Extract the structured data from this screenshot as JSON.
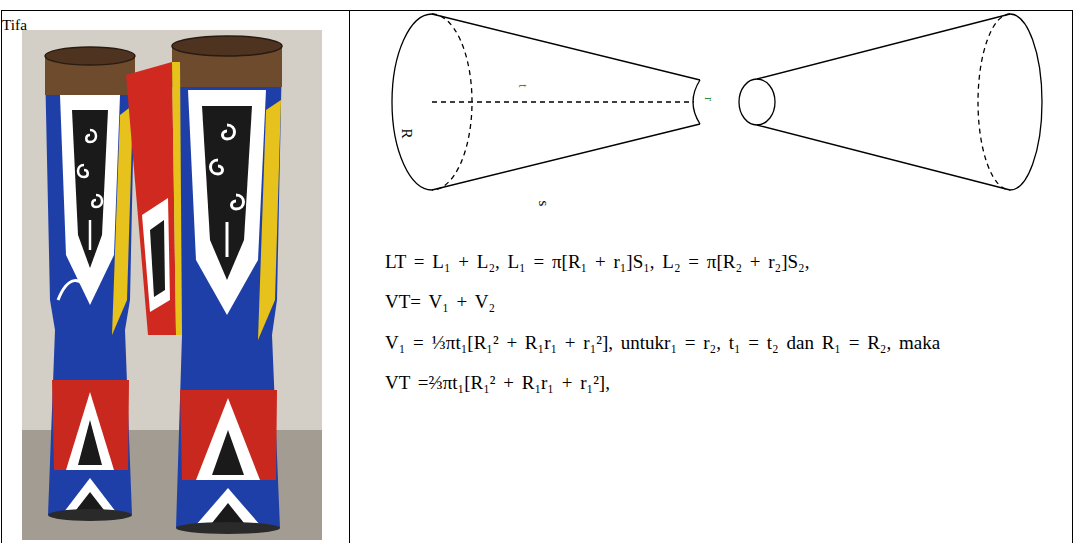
{
  "diagram": {
    "nodes": [
      {
        "text": [
          "Tifa"
        ]
      },
      {
        "text": [
          "LT = L₁ + L₂, L₁ = π[R₁ + r₁]S₁, L₂ = π[R₂ + r₂]S₂,",
          "VT= V₁ + V₂",
          "V₁ = ⅓πt₁[R₁² + R₁r₁ + r₁²], untukr₁ = r₂, t₁ = t₂ dan R₁ = R₂, maka",
          "VT =⅔πt₁[R₁² + R₁r₁ + r₁²],"
        ]
      }
    ],
    "labels": [
      "t",
      "r",
      "R",
      "s"
    ]
  }
}
